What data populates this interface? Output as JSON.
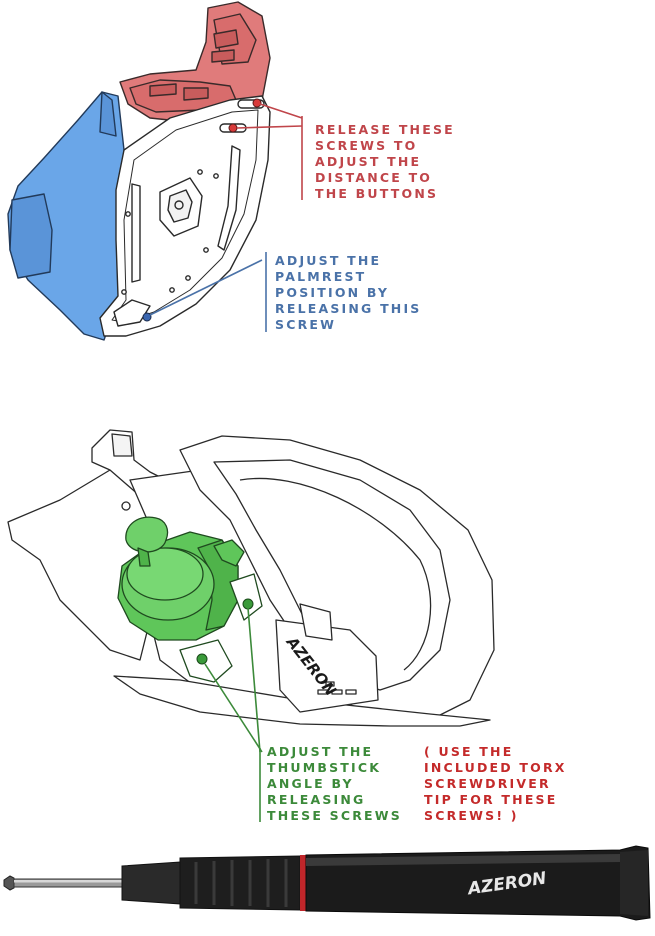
{
  "callouts": {
    "red": {
      "lines": [
        "RELEASE THESE",
        "SCREWS TO",
        "ADJUST THE",
        "DISTANCE TO",
        "THE BUTTONS"
      ],
      "color": "#c0454a"
    },
    "blue": {
      "lines": [
        "ADJUST THE",
        "PALMREST",
        "POSITION BY",
        "RELEASING THIS",
        "SCREW"
      ],
      "color": "#4a72a8"
    },
    "green": {
      "lines": [
        "ADJUST THE",
        "THUMBSTICK",
        "ANGLE BY",
        "RELEASING",
        "THESE SCREWS"
      ],
      "color": "#3c8a3a"
    },
    "note": {
      "lines": [
        "( USE THE",
        "INCLUDED TORX",
        "SCREWDRIVER",
        "TIP FOR THESE",
        "SCREWS! )"
      ],
      "color": "#c42a2a"
    }
  },
  "brand": {
    "device_logo": "AZERON",
    "screwdriver_logo": "AZERON"
  },
  "colors": {
    "palmrest": "#6aa6e8",
    "button_module": "#e07b7b",
    "thumbstick": "#5fc65a",
    "screwdriver": "#1b1b1b",
    "screwdriver_band": "#c0262a"
  }
}
